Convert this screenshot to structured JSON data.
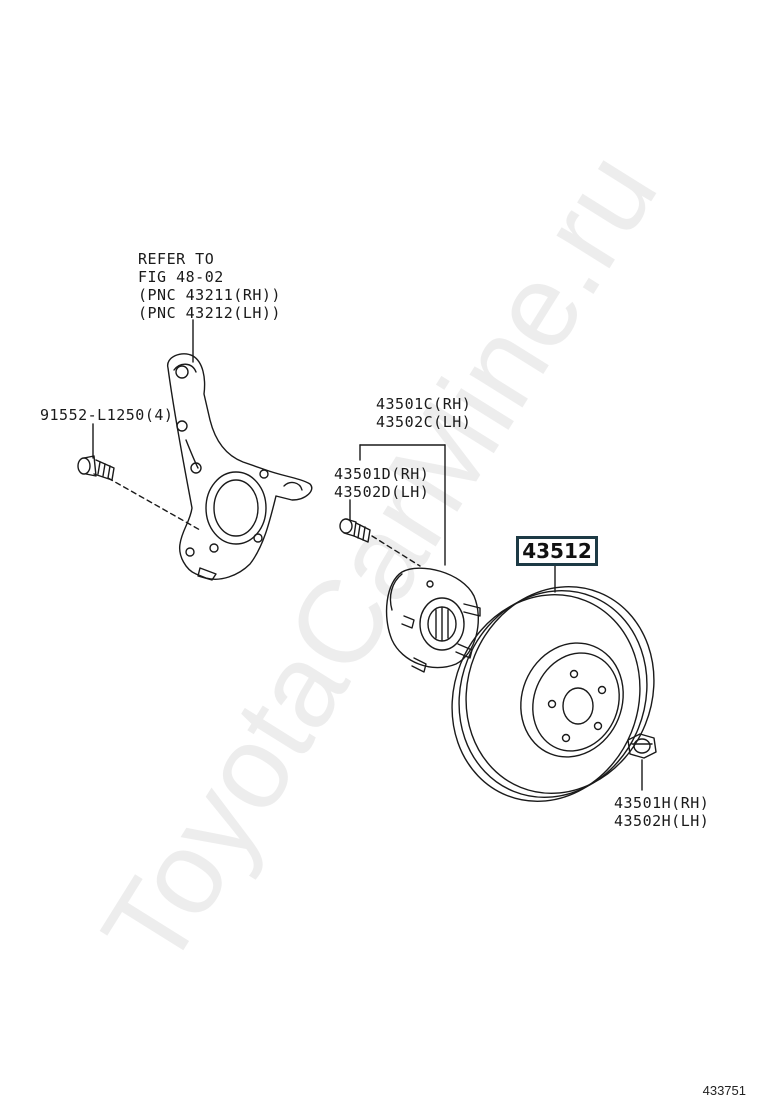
{
  "watermark": "ToyotaCarMine.ru",
  "figure_number": "433751",
  "knuckle_ref": {
    "line1": "REFER TO",
    "line2": "FIG 48-02",
    "line3": "(PNC 43211(RH))",
    "line4": "(PNC 43212(LH))"
  },
  "parts": {
    "bolt": "91552-L1250(4)",
    "hub_rh": "43501C(RH)",
    "hub_lh": "43502C(LH)",
    "stud_rh": "43501D(RH)",
    "stud_lh": "43502D(LH)",
    "rotor": "43512",
    "nut_rh": "43501H(RH)",
    "nut_lh": "43502H(LH)"
  },
  "colors": {
    "line": "#1a1a1a",
    "highlight_border": "#1d3a45"
  }
}
